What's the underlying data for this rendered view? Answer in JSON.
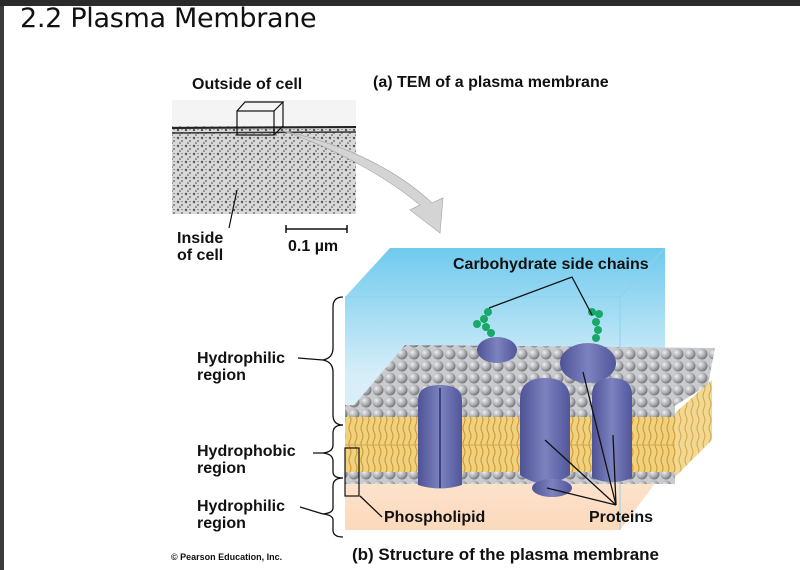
{
  "slide": {
    "title": "2.2 Plasma Membrane"
  },
  "panel_a": {
    "caption": "(a) TEM of a plasma membrane",
    "outside_label": "Outside of cell",
    "inside_label_line1": "Inside",
    "inside_label_line2": "of cell",
    "scale_bar_label": "0.1 µm"
  },
  "panel_b": {
    "caption": "(b) Structure of the plasma membrane",
    "carbohydrate_label": "Carbohydrate side chains",
    "phospholipid_label": "Phospholipid",
    "proteins_label": "Proteins",
    "regions": [
      {
        "line1": "Hydrophilic",
        "line2": "region"
      },
      {
        "line1": "Hydrophobic",
        "line2": "region"
      },
      {
        "line1": "Hydrophilic",
        "line2": "region"
      }
    ]
  },
  "credit": "© Pearson Education, Inc.",
  "colors": {
    "water_top": "#7fd0ef",
    "water_bottom": "#fde3cc",
    "head_gray": "#b9bbbf",
    "tail_yellow": "#e8bf5e",
    "protein": "#6f74b0",
    "carbohydrate": "#1aa96b"
  }
}
